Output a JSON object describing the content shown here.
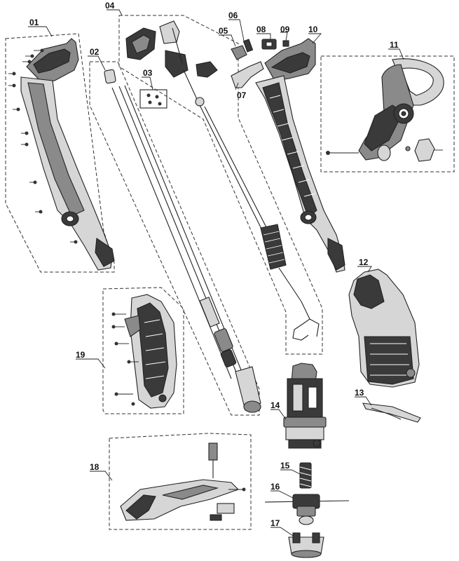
{
  "parts": [
    {
      "id": "label-01",
      "text": "01"
    },
    {
      "id": "label-02",
      "text": "02"
    },
    {
      "id": "label-03",
      "text": "03"
    },
    {
      "id": "label-04",
      "text": "04"
    },
    {
      "id": "label-05",
      "text": "05"
    },
    {
      "id": "label-06",
      "text": "06"
    },
    {
      "id": "label-07",
      "text": "07"
    },
    {
      "id": "label-08",
      "text": "08"
    },
    {
      "id": "label-09",
      "text": "09"
    },
    {
      "id": "label-10",
      "text": "10"
    },
    {
      "id": "label-11",
      "text": "11"
    },
    {
      "id": "label-12",
      "text": "12"
    },
    {
      "id": "label-13",
      "text": "13"
    },
    {
      "id": "label-14",
      "text": "14"
    },
    {
      "id": "label-15",
      "text": "15"
    },
    {
      "id": "label-16",
      "text": "16"
    },
    {
      "id": "label-17",
      "text": "17"
    },
    {
      "id": "label-18",
      "text": "18"
    },
    {
      "id": "label-19",
      "text": "19"
    }
  ]
}
